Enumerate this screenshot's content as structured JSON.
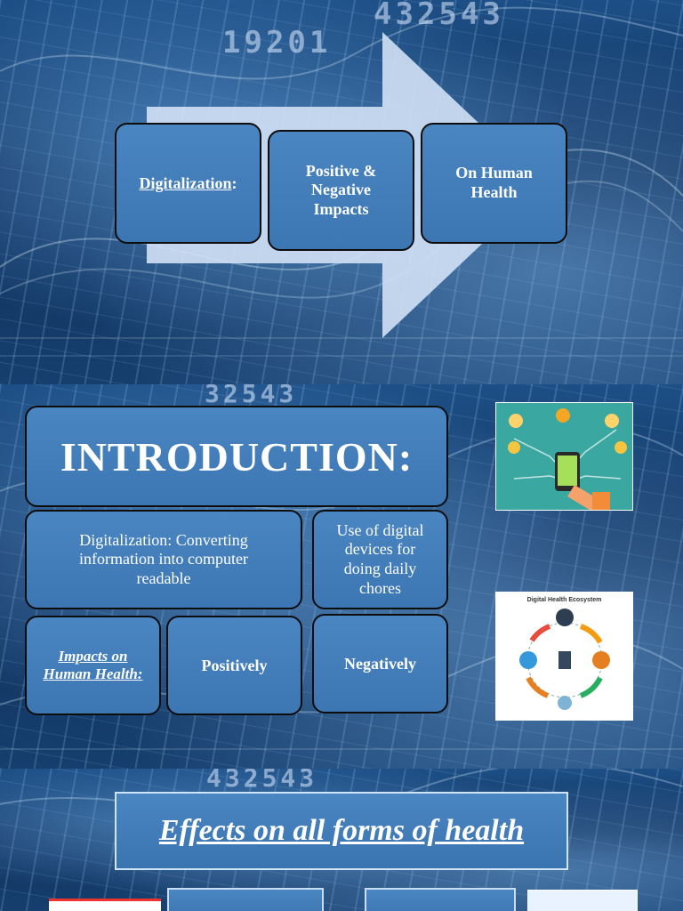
{
  "slide1": {
    "box1": "Digitalization",
    "box1_suffix": ":",
    "box2": "Positive & Negative Impacts",
    "box3": "On Human Health",
    "digits_top": "432543",
    "digits_second": "19201"
  },
  "slide2": {
    "title": "INTRODUCTION:",
    "def": "Digitalization: Converting information into computer readable",
    "use": "Use of digital devices for doing daily chores",
    "impacts": "Impacts on Human Health:",
    "positive": "Positively",
    "negative": "Negatively",
    "ecosystem_title": "Digital Health Ecosystem",
    "digits_top": "32543",
    "colors": {
      "box": "#4a86c2",
      "card_bg": "#3aa8a0"
    }
  },
  "slide3": {
    "title": "Effects on all forms of health",
    "digits_top": "432543"
  }
}
